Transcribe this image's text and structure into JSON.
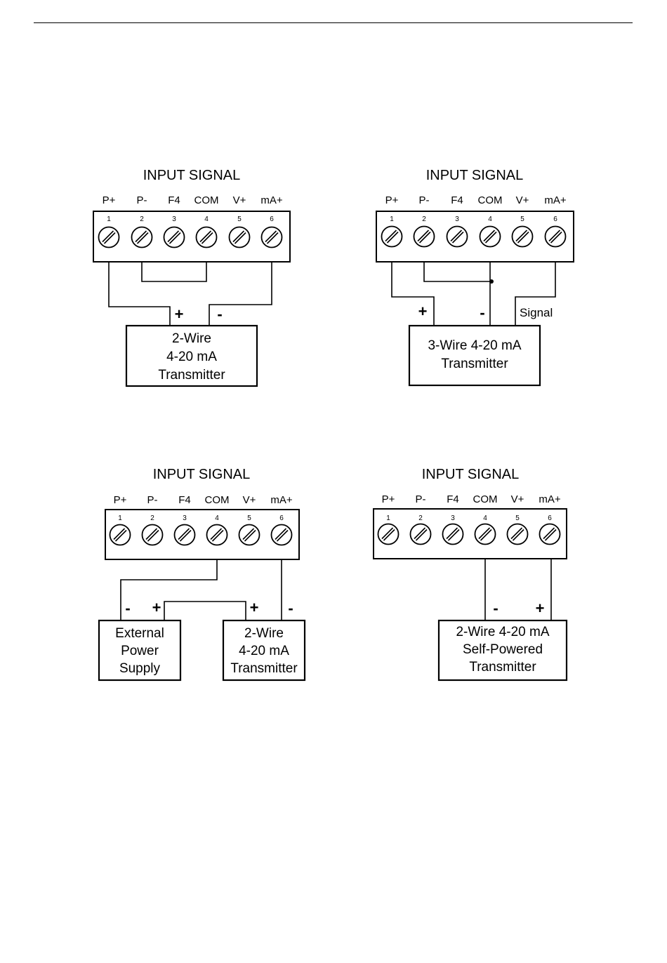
{
  "terminal_labels": [
    "P+",
    "P-",
    "F4",
    "COM",
    "V+",
    "mA+"
  ],
  "terminal_numbers": [
    "1",
    "2",
    "3",
    "4",
    "5",
    "6"
  ],
  "diagrams": [
    {
      "title": "INPUT SIGNAL",
      "devices": [
        {
          "lines": [
            "2-Wire",
            "4-20 mA",
            "Transmitter"
          ]
        }
      ],
      "signs": [
        "+",
        "-"
      ]
    },
    {
      "title": "INPUT SIGNAL",
      "devices": [
        {
          "lines": [
            "3-Wire 4-20 mA",
            "Transmitter"
          ]
        }
      ],
      "signs": [
        "+",
        "-"
      ],
      "signal_label": "Signal"
    },
    {
      "title": "INPUT SIGNAL",
      "devices": [
        {
          "lines": [
            "External",
            "Power",
            "Supply"
          ]
        },
        {
          "lines": [
            "2-Wire",
            "4-20 mA",
            "Transmitter"
          ]
        }
      ],
      "signs": [
        "-",
        "+",
        "+",
        "-"
      ]
    },
    {
      "title": "INPUT SIGNAL",
      "devices": [
        {
          "lines": [
            "2-Wire 4-20 mA",
            "Self-Powered",
            "Transmitter"
          ]
        }
      ],
      "signs": [
        "-",
        "+"
      ]
    }
  ]
}
